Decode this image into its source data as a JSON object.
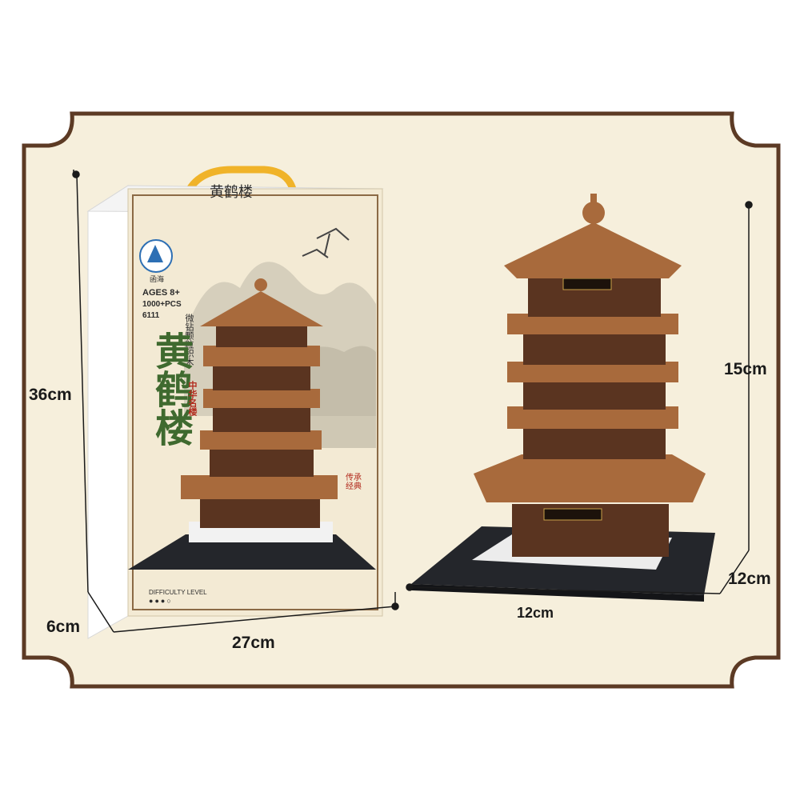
{
  "dimensions": {
    "box_height": "36cm",
    "box_depth": "6cm",
    "box_width": "27cm",
    "model_height": "15cm",
    "model_depth": "12cm",
    "model_width": "12cm"
  },
  "box": {
    "brand_name": "函海",
    "ages": "AGES 8+",
    "pieces": "1000+PCS",
    "model_number": "6111",
    "subtitle": "微钻颗粒积木",
    "title": "黄鹤楼",
    "tagline": "中华名楼",
    "handle_text": "黄鹤楼",
    "seal_text": "传承经典",
    "difficulty_label": "DIFFICULTY LEVEL",
    "difficulty_filled": 3,
    "difficulty_total": 4
  },
  "colors": {
    "frame_border": "#5c3a24",
    "frame_fill": "#f6efdc",
    "brick_brown": "#a86a3c",
    "brick_dark": "#5a3420",
    "baseplate": "#24262b",
    "title_green": "#3f6a2f",
    "title_gold": "#c79a2a"
  }
}
